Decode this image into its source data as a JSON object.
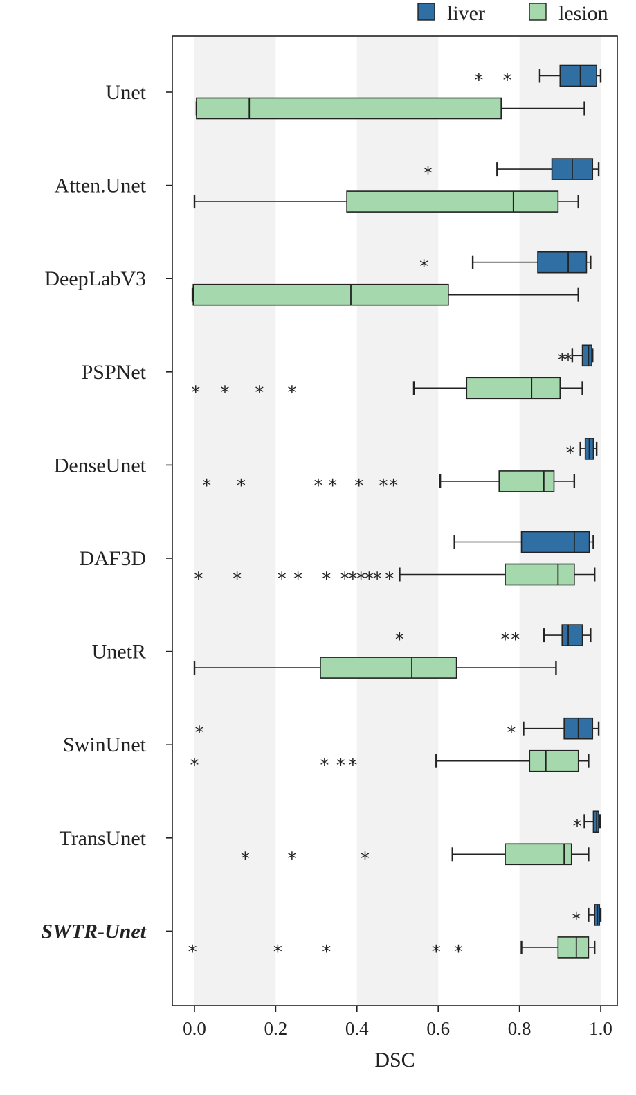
{
  "chart_data": {
    "type": "boxplot",
    "orientation": "horizontal",
    "xlabel": "DSC",
    "ylabel": "",
    "xlim": [
      -0.05,
      1.05
    ],
    "xticks": [
      "0.0",
      "0.2",
      "0.4",
      "0.6",
      "0.8",
      "1.0"
    ],
    "background_bands": "alternating grey vertical bands every 0.2",
    "legend": {
      "placement": "top-right, above plot",
      "entries": [
        {
          "label": "liver",
          "color": "#2f6fa3"
        },
        {
          "label": "lesion",
          "color": "#a6d8ad"
        }
      ]
    },
    "series_colors": {
      "liver": "#2f6fa3",
      "lesion": "#a6d8ad"
    },
    "categories": [
      {
        "name": "Unet",
        "emphasis": false,
        "liver": {
          "whisker_low": 0.85,
          "q1": 0.9,
          "median": 0.95,
          "q3": 0.99,
          "whisker_high": 1.0,
          "outliers": [
            0.7,
            0.77
          ]
        },
        "lesion": {
          "whisker_low": 0.005,
          "q1": 0.005,
          "median": 0.135,
          "q3": 0.755,
          "whisker_high": 0.96,
          "outliers": []
        }
      },
      {
        "name": "Atten.Unet",
        "emphasis": false,
        "liver": {
          "whisker_low": 0.745,
          "q1": 0.88,
          "median": 0.93,
          "q3": 0.98,
          "whisker_high": 0.995,
          "outliers": [
            0.575
          ]
        },
        "lesion": {
          "whisker_low": 0.0,
          "q1": 0.375,
          "median": 0.785,
          "q3": 0.895,
          "whisker_high": 0.945,
          "outliers": []
        }
      },
      {
        "name": "DeepLabV3",
        "emphasis": false,
        "liver": {
          "whisker_low": 0.685,
          "q1": 0.845,
          "median": 0.92,
          "q3": 0.965,
          "whisker_high": 0.975,
          "outliers": [
            0.565
          ]
        },
        "lesion": {
          "whisker_low": -0.005,
          "q1": -0.003,
          "median": 0.385,
          "q3": 0.625,
          "whisker_high": 0.945,
          "outliers": []
        }
      },
      {
        "name": "PSPNet",
        "emphasis": false,
        "liver": {
          "whisker_low": 0.93,
          "q1": 0.955,
          "median": 0.97,
          "q3": 0.978,
          "whisker_high": 0.98,
          "outliers": [
            0.905,
            0.92
          ]
        },
        "lesion": {
          "whisker_low": 0.54,
          "q1": 0.67,
          "median": 0.83,
          "q3": 0.9,
          "whisker_high": 0.955,
          "outliers": [
            0.003,
            0.075,
            0.16,
            0.24
          ]
        }
      },
      {
        "name": "DenseUnet",
        "emphasis": false,
        "liver": {
          "whisker_low": 0.95,
          "q1": 0.962,
          "median": 0.972,
          "q3": 0.982,
          "whisker_high": 0.99,
          "outliers": [
            0.925
          ]
        },
        "lesion": {
          "whisker_low": 0.605,
          "q1": 0.75,
          "median": 0.86,
          "q3": 0.885,
          "whisker_high": 0.935,
          "outliers": [
            0.03,
            0.115,
            0.305,
            0.34,
            0.405,
            0.465,
            0.49
          ]
        }
      },
      {
        "name": "DAF3D",
        "emphasis": false,
        "liver": {
          "whisker_low": 0.64,
          "q1": 0.805,
          "median": 0.935,
          "q3": 0.972,
          "whisker_high": 0.982,
          "outliers": []
        },
        "lesion": {
          "whisker_low": 0.505,
          "q1": 0.765,
          "median": 0.895,
          "q3": 0.935,
          "whisker_high": 0.985,
          "outliers": [
            0.01,
            0.105,
            0.215,
            0.255,
            0.325,
            0.37,
            0.39,
            0.41,
            0.43,
            0.45,
            0.48
          ]
        }
      },
      {
        "name": "UnetR",
        "emphasis": false,
        "liver": {
          "whisker_low": 0.86,
          "q1": 0.905,
          "median": 0.92,
          "q3": 0.955,
          "whisker_high": 0.975,
          "outliers": [
            0.505,
            0.765,
            0.79
          ]
        },
        "lesion": {
          "whisker_low": 0.0,
          "q1": 0.31,
          "median": 0.535,
          "q3": 0.645,
          "whisker_high": 0.89,
          "outliers": []
        }
      },
      {
        "name": "SwinUnet",
        "emphasis": false,
        "liver": {
          "whisker_low": 0.81,
          "q1": 0.91,
          "median": 0.945,
          "q3": 0.98,
          "whisker_high": 0.995,
          "outliers": [
            0.012,
            0.78
          ]
        },
        "lesion": {
          "whisker_low": 0.595,
          "q1": 0.825,
          "median": 0.865,
          "q3": 0.945,
          "whisker_high": 0.97,
          "outliers": [
            0.0,
            0.32,
            0.36,
            0.39
          ]
        }
      },
      {
        "name": "TransUnet",
        "emphasis": false,
        "liver": {
          "whisker_low": 0.96,
          "q1": 0.982,
          "median": 0.99,
          "q3": 0.995,
          "whisker_high": 0.998,
          "outliers": [
            0.942
          ]
        },
        "lesion": {
          "whisker_low": 0.635,
          "q1": 0.765,
          "median": 0.91,
          "q3": 0.928,
          "whisker_high": 0.97,
          "outliers": [
            0.125,
            0.24,
            0.42
          ]
        }
      },
      {
        "name": "SWTR-Unet",
        "emphasis": true,
        "liver": {
          "whisker_low": 0.97,
          "q1": 0.985,
          "median": 0.992,
          "q3": 0.997,
          "whisker_high": 1.0,
          "outliers": [
            0.94
          ]
        },
        "lesion": {
          "whisker_low": 0.805,
          "q1": 0.895,
          "median": 0.94,
          "q3": 0.97,
          "whisker_high": 0.985,
          "outliers": [
            -0.005,
            0.205,
            0.325,
            0.595,
            0.65
          ]
        }
      }
    ]
  }
}
